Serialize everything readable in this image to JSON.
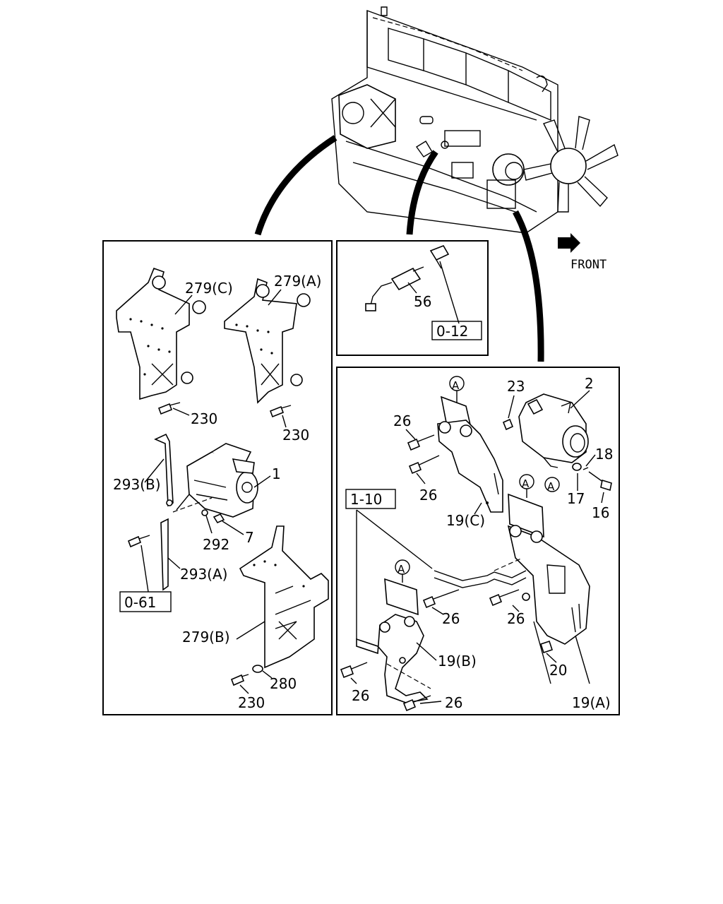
{
  "labels": {
    "front": "FRONT",
    "l279c": "279(C)",
    "l279a": "279(A)",
    "l230a": "230",
    "l230b": "230",
    "l293b": "293(B)",
    "l1": "1",
    "l292": "292",
    "l7": "7",
    "l293a": "293(A)",
    "l061": "0-61",
    "l279b": "279(B)",
    "l280": "280",
    "l230c": "230",
    "l56": "56",
    "l012": "0-12",
    "l23": "23",
    "l2": "2",
    "l26a": "26",
    "l26b": "26",
    "l18": "18",
    "l17": "17",
    "l16": "16",
    "l19c": "19(C)",
    "l110": "1-10",
    "l26c": "26",
    "l26d": "26",
    "l19b": "19(B)",
    "l20": "20",
    "l26e": "26",
    "l26f": "26",
    "l19a": "19(A)",
    "circA1": "A",
    "circA2": "A",
    "circA3": "A",
    "circA4": "A"
  }
}
